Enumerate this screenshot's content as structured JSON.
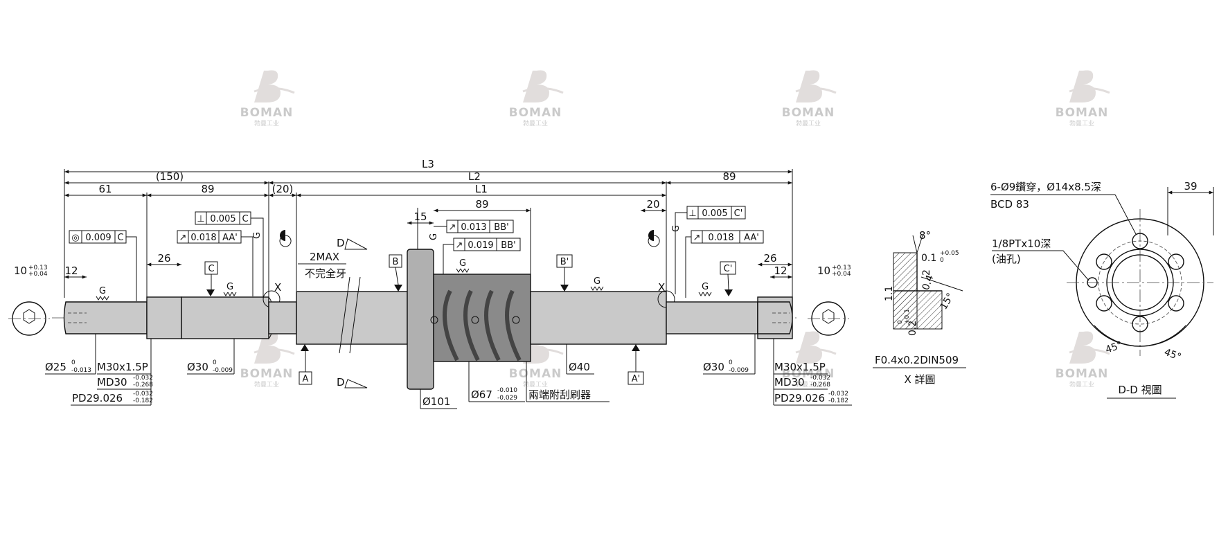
{
  "watermark": {
    "brand": "BOMAN",
    "subtitle": "勃曼工业"
  },
  "dims": {
    "L3": "L3",
    "L2": "L2",
    "L1": "L1",
    "d150": "(150)",
    "d89a": "89",
    "d61": "61",
    "d89b": "89",
    "d89c": "89",
    "d20a": "(20)",
    "d20b": "20",
    "d15": "15",
    "d26a": "26",
    "d26b": "26",
    "d12a": "12",
    "d12b": "12",
    "d10": "10",
    "tol10_up": "+0.13",
    "tol10_lo": "+0.04",
    "d39": "39"
  },
  "notes": {
    "twomax": "2MAX",
    "incomplete": "不完全牙",
    "D": "D",
    "X": "X",
    "G": "G",
    "wiper": "兩端附刮刷器",
    "xdetail": "X 詳圖",
    "ddview": "D-D 視圖",
    "holes": "6-Ø9鑽穿，Ø14x8.5深",
    "bcd": "BCD 83",
    "pt": "1/8PTx10深",
    "oil": "(油孔)",
    "din": "F0.4x0.2DIN509",
    "ang8": "8°",
    "ang15": "15°",
    "ang45a": "45°",
    "ang45b": "45°",
    "v01": "0.1",
    "v01_up": "+0.05",
    "v01_lo": "0",
    "v2": "2",
    "v04": "0.4",
    "v11": "1.1",
    "v02": "0.2",
    "v02_up": "+0.1",
    "v02_lo": "0"
  },
  "frames": {
    "f1": {
      "sym": "◎",
      "val": "0.009",
      "ref": "C"
    },
    "f2": {
      "sym": "⊥",
      "val": "0.005",
      "ref": "C"
    },
    "f3": {
      "sym": "↗",
      "val": "0.018",
      "ref": "AA'"
    },
    "f4": {
      "sym": "↗",
      "val": "0.013",
      "ref": "BB'"
    },
    "f5": {
      "sym": "↗",
      "val": "0.019",
      "ref": "BB'"
    },
    "f6": {
      "sym": "⊥",
      "val": "0.005",
      "ref": "C'"
    },
    "f7": {
      "sym": "↗",
      "val": "0.018",
      "ref": "AA'"
    }
  },
  "datums": {
    "A": "A",
    "A2": "A'",
    "B": "B",
    "B2": "B'",
    "C": "C",
    "C2": "C'"
  },
  "callouts": {
    "d25": "Ø25",
    "d25_up": "0",
    "d25_lo": "-0.013",
    "m30a": "M30x1.5P",
    "md30a": "MD30",
    "md30a_up": "-0.032",
    "md30a_lo": "-0.268",
    "pd_a": "PD29.026",
    "pd_a_up": "-0.032",
    "pd_a_lo": "-0.182",
    "d30a": "Ø30",
    "d30a_up": "0",
    "d30a_lo": "-0.009",
    "d101": "Ø101",
    "d67": "Ø67",
    "d67_up": "-0.010",
    "d67_lo": "-0.029",
    "d40": "Ø40",
    "d30b": "Ø30",
    "d30b_up": "0",
    "d30b_lo": "-0.009",
    "m30b": "M30x1.5P",
    "md30b": "MD30",
    "md30b_up": "-0.032",
    "md30b_lo": "-0.268",
    "pd_b": "PD29.026",
    "pd_b_up": "-0.032",
    "pd_b_lo": "-0.182"
  }
}
